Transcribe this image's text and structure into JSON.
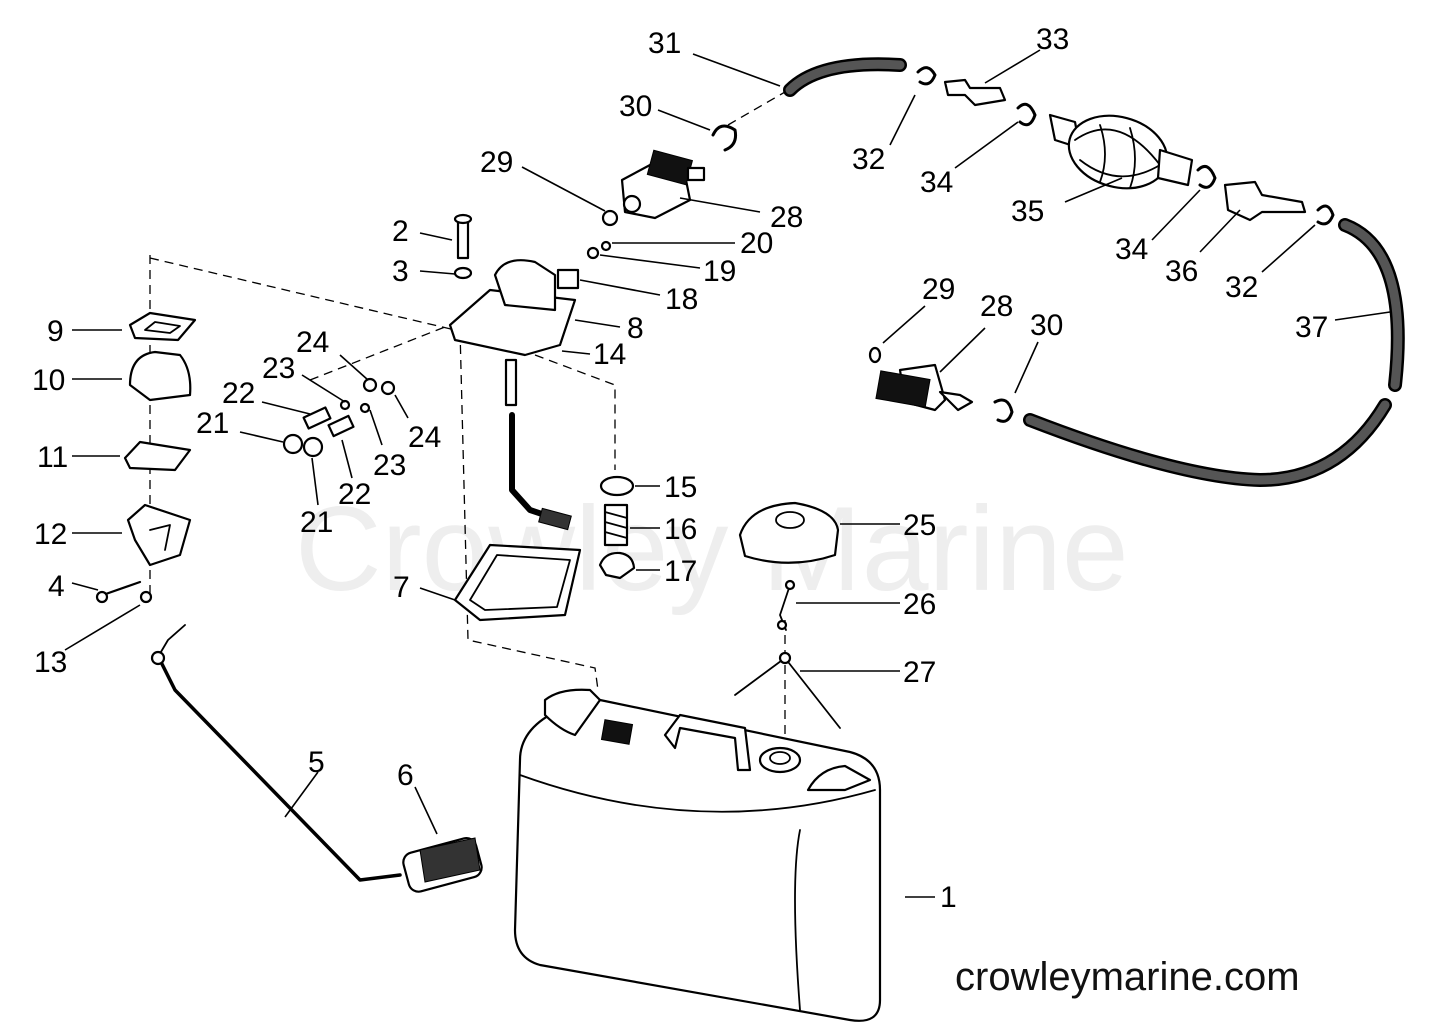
{
  "watermark": "Crowley Marine",
  "footer": "crowleymarine.com",
  "callouts": [
    "1",
    "2",
    "3",
    "4",
    "5",
    "6",
    "7",
    "8",
    "9",
    "10",
    "11",
    "12",
    "13",
    "14",
    "15",
    "16",
    "17",
    "18",
    "19",
    "20",
    "21",
    "21",
    "22",
    "22",
    "23",
    "23",
    "24",
    "24",
    "25",
    "26",
    "27",
    "28",
    "28",
    "29",
    "29",
    "30",
    "30",
    "31",
    "32",
    "32",
    "33",
    "34",
    "34",
    "35",
    "36",
    "37"
  ]
}
